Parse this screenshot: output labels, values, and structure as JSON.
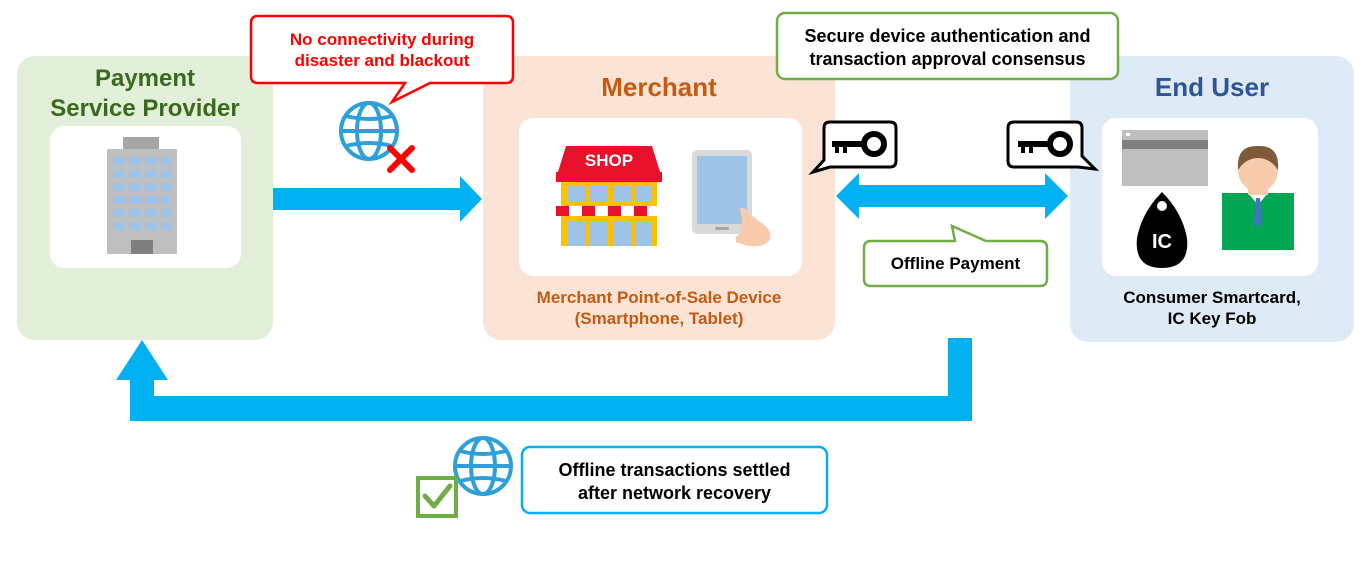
{
  "psp": {
    "title": "Payment\nService Provider"
  },
  "merchant": {
    "title": "Merchant",
    "caption": "Merchant Point-of-Sale Device\n(Smartphone, Tablet)",
    "shop_sign": "SHOP"
  },
  "end_user": {
    "title": "End User",
    "caption": "Consumer Smartcard,\nIC Key Fob",
    "fob_label": "IC"
  },
  "callouts": {
    "no_connectivity": "No connectivity during\ndisaster and blackout",
    "secure_auth": "Secure device authentication and\ntransaction approval consensus",
    "offline_payment": "Offline Payment",
    "settled": "Offline transactions settled\nafter network recovery"
  },
  "colors": {
    "arrow": "#00b0f0",
    "psp_bg": "#e2efd9",
    "psp_title": "#3a6a1e",
    "merchant_bg": "#fbe4d5",
    "merchant_title": "#c55a11",
    "end_user_bg": "#deebf7",
    "end_user_title": "#2e5597",
    "red": "#ff0000",
    "green": "#70ad47",
    "blue": "#00b0f0"
  }
}
